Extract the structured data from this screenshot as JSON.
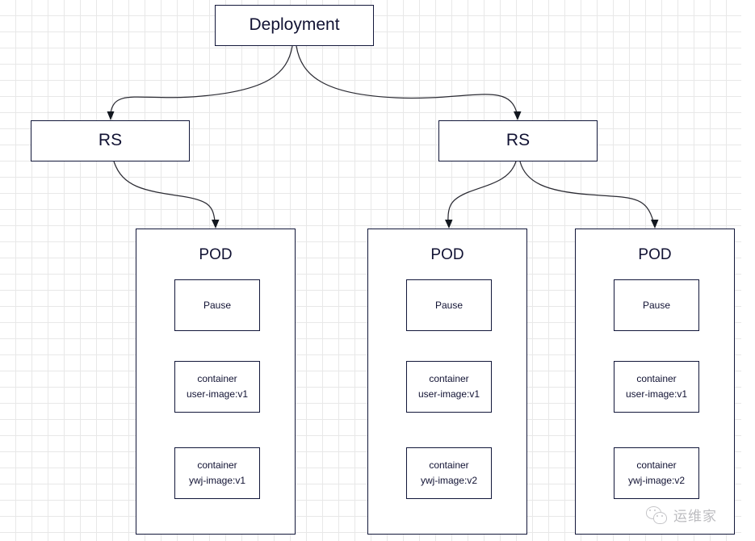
{
  "diagram": {
    "title_node": {
      "label": "Deployment"
    },
    "replicasets": [
      {
        "label": "RS"
      },
      {
        "label": "RS"
      }
    ],
    "pods": [
      {
        "title": "POD",
        "pause": {
          "label": "Pause"
        },
        "containers": [
          {
            "line1": "container",
            "line2": "user-image:v1"
          },
          {
            "line1": "container",
            "line2": "ywj-image:v1"
          }
        ]
      },
      {
        "title": "POD",
        "pause": {
          "label": "Pause"
        },
        "containers": [
          {
            "line1": "container",
            "line2": "user-image:v1"
          },
          {
            "line1": "container",
            "line2": "ywj-image:v2"
          }
        ]
      },
      {
        "title": "POD",
        "pause": {
          "label": "Pause"
        },
        "containers": [
          {
            "line1": "container",
            "line2": "user-image:v1"
          },
          {
            "line1": "container",
            "line2": "ywj-image:v2"
          }
        ]
      }
    ]
  },
  "watermark": {
    "text": "运维家",
    "icon": "wechat-icon"
  },
  "colors": {
    "node_border": "#12173a",
    "text": "#111233",
    "edge": "#2b2b33",
    "grid": "#e8e8e8",
    "background": "#ffffff",
    "watermark": "#b9b9bd"
  }
}
